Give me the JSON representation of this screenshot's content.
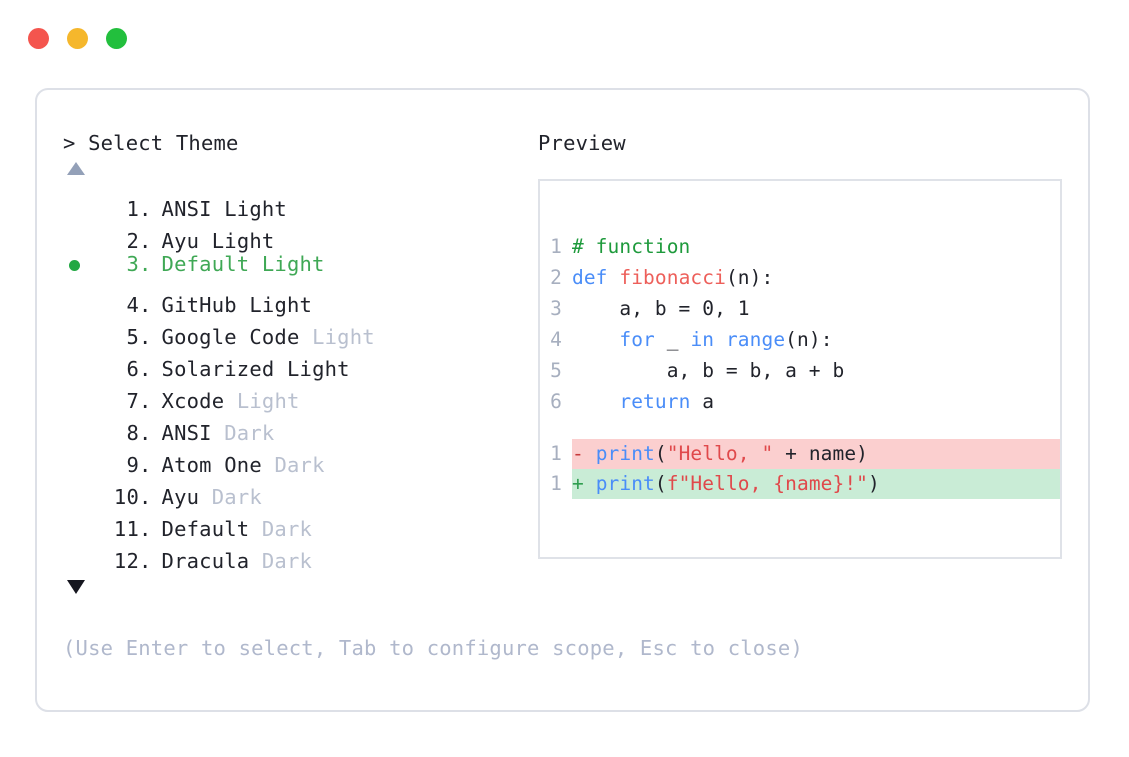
{
  "window": {
    "traffic_lights": [
      {
        "name": "close",
        "color": "#f4554e"
      },
      {
        "name": "minimize",
        "color": "#f5b72c"
      },
      {
        "name": "maximize",
        "color": "#22bf3d"
      }
    ]
  },
  "left": {
    "prompt": "> Select Theme",
    "scroll_up_glyph": "▲",
    "scroll_down_glyph": "▼",
    "selected_index": 3,
    "items": [
      {
        "index": "1",
        "dot": ".",
        "name": "ANSI",
        "variant": "Light",
        "variant_dim": false,
        "selected": false
      },
      {
        "index": "2",
        "dot": ".",
        "name": "Ayu",
        "variant": "Light",
        "variant_dim": false,
        "selected": false
      },
      {
        "index": "3",
        "dot": ".",
        "name": "Default",
        "variant": "Light",
        "variant_dim": false,
        "selected": true
      },
      {
        "index": "4",
        "dot": ".",
        "name": "GitHub",
        "variant": "Light",
        "variant_dim": false,
        "selected": false
      },
      {
        "index": "5",
        "dot": ".",
        "name": "Google Code",
        "variant": "Light",
        "variant_dim": true,
        "selected": false
      },
      {
        "index": "6",
        "dot": ".",
        "name": "Solarized",
        "variant": "Light",
        "variant_dim": false,
        "selected": false
      },
      {
        "index": "7",
        "dot": ".",
        "name": "Xcode",
        "variant": "Light",
        "variant_dim": true,
        "selected": false
      },
      {
        "index": "8",
        "dot": ".",
        "name": "ANSI",
        "variant": "Dark",
        "variant_dim": true,
        "selected": false
      },
      {
        "index": "9",
        "dot": ".",
        "name": "Atom One",
        "variant": "Dark",
        "variant_dim": true,
        "selected": false
      },
      {
        "index": "10",
        "dot": ".",
        "name": "Ayu",
        "variant": "Dark",
        "variant_dim": true,
        "selected": false
      },
      {
        "index": "11",
        "dot": ".",
        "name": "Default",
        "variant": "Dark",
        "variant_dim": true,
        "selected": false
      },
      {
        "index": "12",
        "dot": ".",
        "name": "Dracula",
        "variant": "Dark",
        "variant_dim": true,
        "selected": false
      }
    ]
  },
  "right": {
    "label": "Preview",
    "code_lines": [
      {
        "ln": "1",
        "tokens": [
          {
            "t": "# function",
            "c": "comment"
          }
        ]
      },
      {
        "ln": "2",
        "tokens": [
          {
            "t": "def ",
            "c": "kw"
          },
          {
            "t": "fibonacci",
            "c": "fn"
          },
          {
            "t": "(n):",
            "c": "plain"
          }
        ]
      },
      {
        "ln": "3",
        "tokens": [
          {
            "t": "    a, b = ",
            "c": "plain"
          },
          {
            "t": "0",
            "c": "num"
          },
          {
            "t": ", ",
            "c": "plain"
          },
          {
            "t": "1",
            "c": "num"
          }
        ]
      },
      {
        "ln": "4",
        "tokens": [
          {
            "t": "    ",
            "c": "plain"
          },
          {
            "t": "for",
            "c": "kw"
          },
          {
            "t": " _ ",
            "c": "plain"
          },
          {
            "t": "in",
            "c": "kw"
          },
          {
            "t": " ",
            "c": "plain"
          },
          {
            "t": "range",
            "c": "builtin"
          },
          {
            "t": "(n):",
            "c": "plain"
          }
        ]
      },
      {
        "ln": "5",
        "tokens": [
          {
            "t": "        a, b = b, a + b",
            "c": "plain"
          }
        ]
      },
      {
        "ln": "6",
        "tokens": [
          {
            "t": "    ",
            "c": "plain"
          },
          {
            "t": "return",
            "c": "kw"
          },
          {
            "t": " a",
            "c": "plain"
          }
        ]
      }
    ],
    "diff_lines": [
      {
        "ln": "1",
        "kind": "removed",
        "sign": "-",
        "tokens": [
          {
            "t": "print",
            "c": "builtin"
          },
          {
            "t": "(",
            "c": "plain"
          },
          {
            "t": "\"Hello, \"",
            "c": "str"
          },
          {
            "t": " + name)",
            "c": "plain"
          }
        ]
      },
      {
        "ln": "1",
        "kind": "added",
        "sign": "+",
        "tokens": [
          {
            "t": "print",
            "c": "builtin"
          },
          {
            "t": "(",
            "c": "plain"
          },
          {
            "t": "f\"Hello, {name}!\"",
            "c": "str"
          },
          {
            "t": ")",
            "c": "plain"
          }
        ]
      }
    ]
  },
  "footer": {
    "hint": "(Use Enter to select, Tab to configure scope, Esc to close)"
  }
}
